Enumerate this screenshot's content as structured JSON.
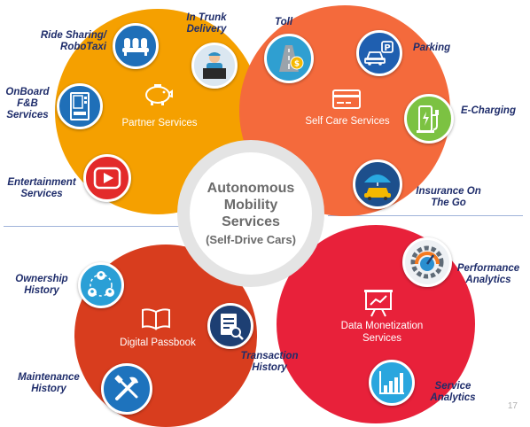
{
  "center": {
    "line1": "Autonomous",
    "line2": "Mobility",
    "line3": "Services",
    "line4": "(Self-Drive Cars)"
  },
  "groups": {
    "partner": {
      "title": "Partner Services",
      "color": "#f5a000"
    },
    "selfcare": {
      "title": "Self Care Services",
      "color": "#f46a3c"
    },
    "passbook": {
      "title": "Digital Passbook",
      "color": "#d83d1e"
    },
    "data": {
      "title_line1": "Data Monetization",
      "title_line2": "Services",
      "color": "#e8213a"
    }
  },
  "labels": {
    "ride_sharing": {
      "line1": "Ride Sharing/",
      "line2": "RoboTaxi"
    },
    "in_trunk": {
      "line1": "In Trunk",
      "line2": "Delivery"
    },
    "onboard": {
      "line1": "OnBoard",
      "line2": "F&B",
      "line3": "Services"
    },
    "entertainment": {
      "line1": "Entertainment",
      "line2": "Services"
    },
    "toll": {
      "line1": "Toll"
    },
    "parking": {
      "line1": "Parking"
    },
    "e_charging": {
      "line1": "E-Charging"
    },
    "insurance": {
      "line1": "Insurance On",
      "line2": "The Go"
    },
    "ownership": {
      "line1": "Ownership",
      "line2": "History"
    },
    "transaction": {
      "line1": "Transaction",
      "line2": "History"
    },
    "maintenance": {
      "line1": "Maintenance",
      "line2": "History"
    },
    "performance": {
      "line1": "Performance",
      "line2": "Analytics"
    },
    "service_analytics": {
      "line1": "Service",
      "line2": "Analytics"
    }
  },
  "icons": {
    "ride_sharing": "car-seats-icon",
    "in_trunk": "delivery-person-icon",
    "onboard": "vending-machine-icon",
    "entertainment": "play-button-icon",
    "toll": "road-coin-icon",
    "parking": "parking-car-icon",
    "e_charging": "ev-charger-icon",
    "insurance": "umbrella-car-icon",
    "ownership": "ownership-network-icon",
    "transaction": "document-search-icon",
    "maintenance": "tools-icon",
    "performance": "gauge-gear-icon",
    "service_analytics": "bar-chart-icon",
    "partner_center": "piggy-bank-icon",
    "selfcare_center": "card-icon",
    "passbook_center": "book-icon",
    "data_center": "presentation-chart-icon"
  },
  "page_number": "17"
}
